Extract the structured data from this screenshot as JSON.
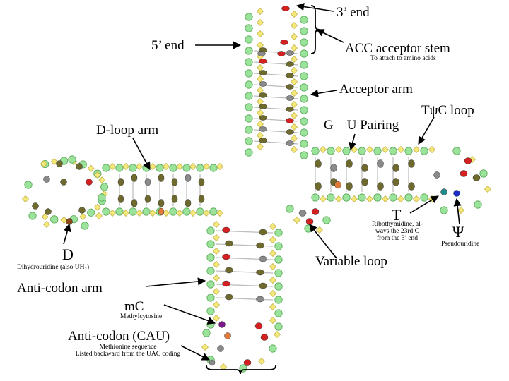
{
  "labels": {
    "three_end": "3’ end",
    "five_end": "5’ end",
    "acc_acceptor_stem": "ACC acceptor stem",
    "acc_note": "To attach to amino acids",
    "acceptor_arm": "Acceptor arm",
    "d_loop_arm": "D-loop arm",
    "g_u_pairing": "G – U Pairing",
    "tpsic_loop": "TψC loop",
    "t_symbol": "T",
    "t_note_1": "Ribothymidine, al-",
    "t_note_2": "ways the 23rd C",
    "t_note_3": "from the 3’ end",
    "psi_symbol": "Ψ",
    "psi_note": "Pseudouridine",
    "d_symbol": "D",
    "d_note": "Dihydrouridine (also UH₂)",
    "variable_loop": "Variable loop",
    "anticodon_arm": "Anti-codon arm",
    "mc": "mC",
    "mc_note": "Methylcytosine",
    "anticodon": "Anti-codon (CAU)",
    "anticodon_note_1": "Methionine sequence",
    "anticodon_note_2": "Listed backward from the UAC coding"
  },
  "colors": {
    "ribose": "#9be39b",
    "phosphate": "#f4e87a",
    "base_olive": "#6e6a2e",
    "base_gray": "#8a8a8a",
    "base_red": "#d42020",
    "base_orange": "#e07a3a",
    "base_teal": "#1f8a8a",
    "base_blue": "#1a2fc8",
    "base_purple": "#7a1a8a",
    "base_brown": "#8a4a1a"
  }
}
